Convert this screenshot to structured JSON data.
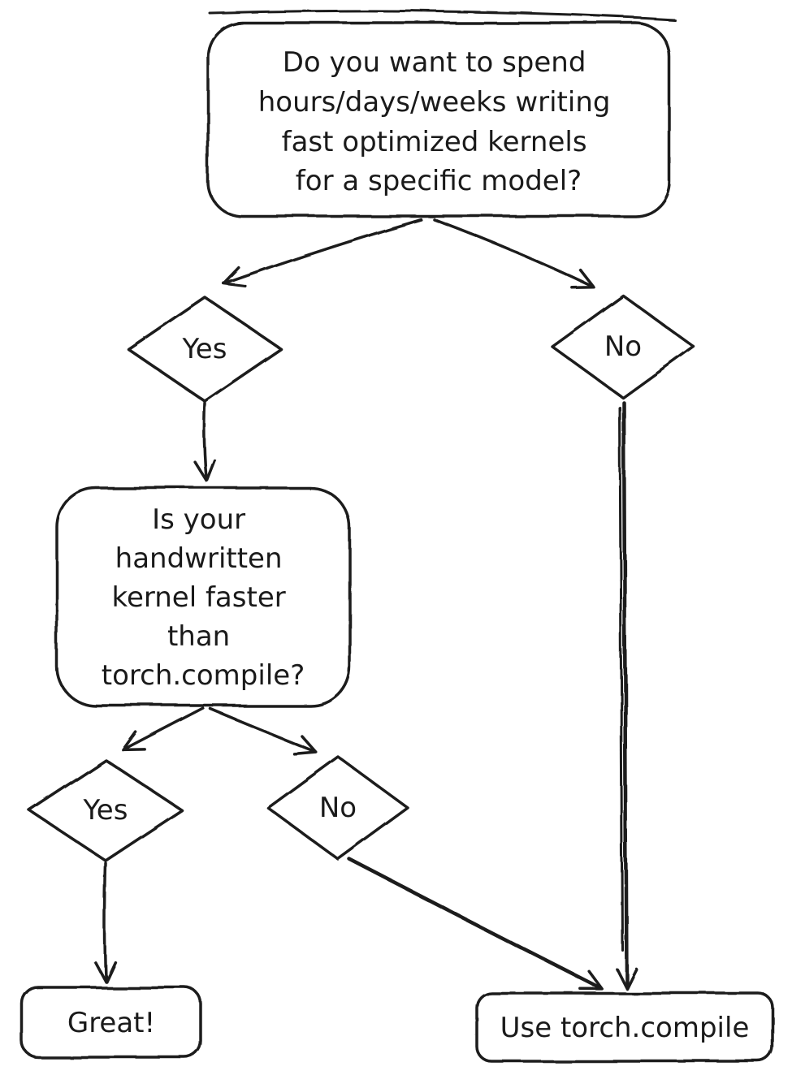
{
  "flowchart": {
    "stroke_color": "#1b1b1b",
    "background_color": "#ffffff",
    "q1": {
      "lines": [
        "Do you want to spend",
        "hours/days/weeks writing",
        "fast optimized kernels",
        "for a specific model?"
      ]
    },
    "yes1": {
      "label": "Yes"
    },
    "no1": {
      "label": "No"
    },
    "q2": {
      "lines": [
        "Is your",
        "handwritten",
        "kernel faster",
        "than",
        "torch.compile?"
      ]
    },
    "yes2": {
      "label": "Yes"
    },
    "no2": {
      "label": "No"
    },
    "great": {
      "label": "Great!"
    },
    "use_compile": {
      "label": "Use torch.compile"
    }
  }
}
